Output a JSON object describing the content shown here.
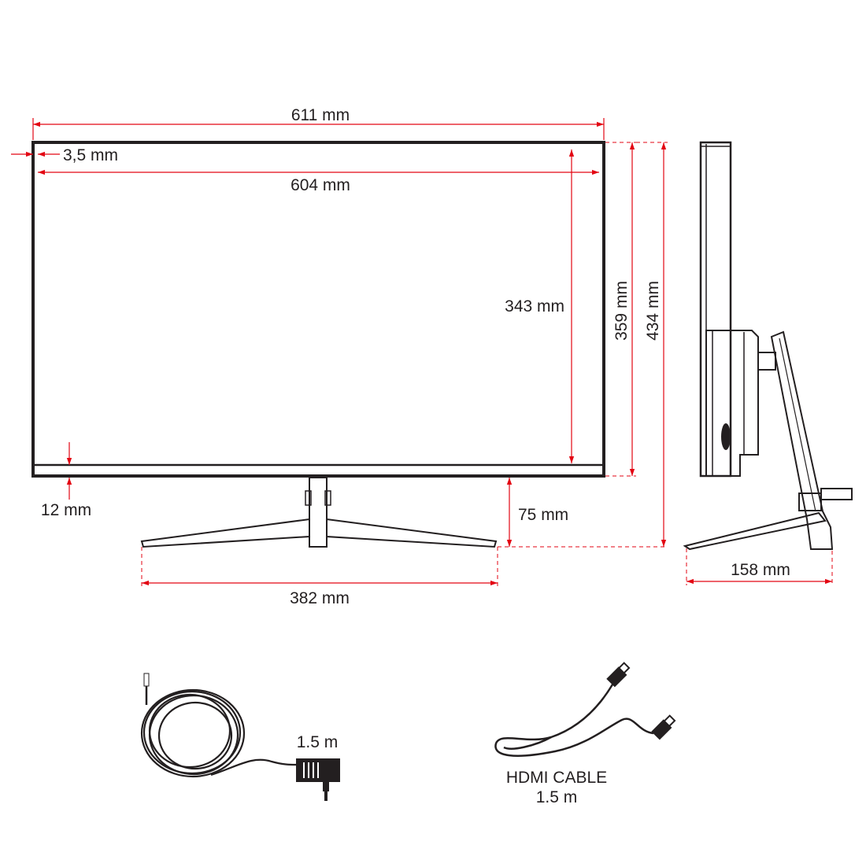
{
  "dimensions": {
    "total_width": "611 mm",
    "bezel": "3,5 mm",
    "screen_width": "604 mm",
    "screen_height": "343 mm",
    "panel_height": "359 mm",
    "total_height": "434 mm",
    "bottom_bezel": "12 mm",
    "stand_height": "75 mm",
    "stand_width": "382 mm",
    "depth": "158 mm"
  },
  "accessories": {
    "power_cable_length": "1.5 m",
    "hdmi_label": "HDMI CABLE",
    "hdmi_length": "1.5 m"
  },
  "colors": {
    "outline": "#231f20",
    "dimension_line": "#e30613"
  }
}
